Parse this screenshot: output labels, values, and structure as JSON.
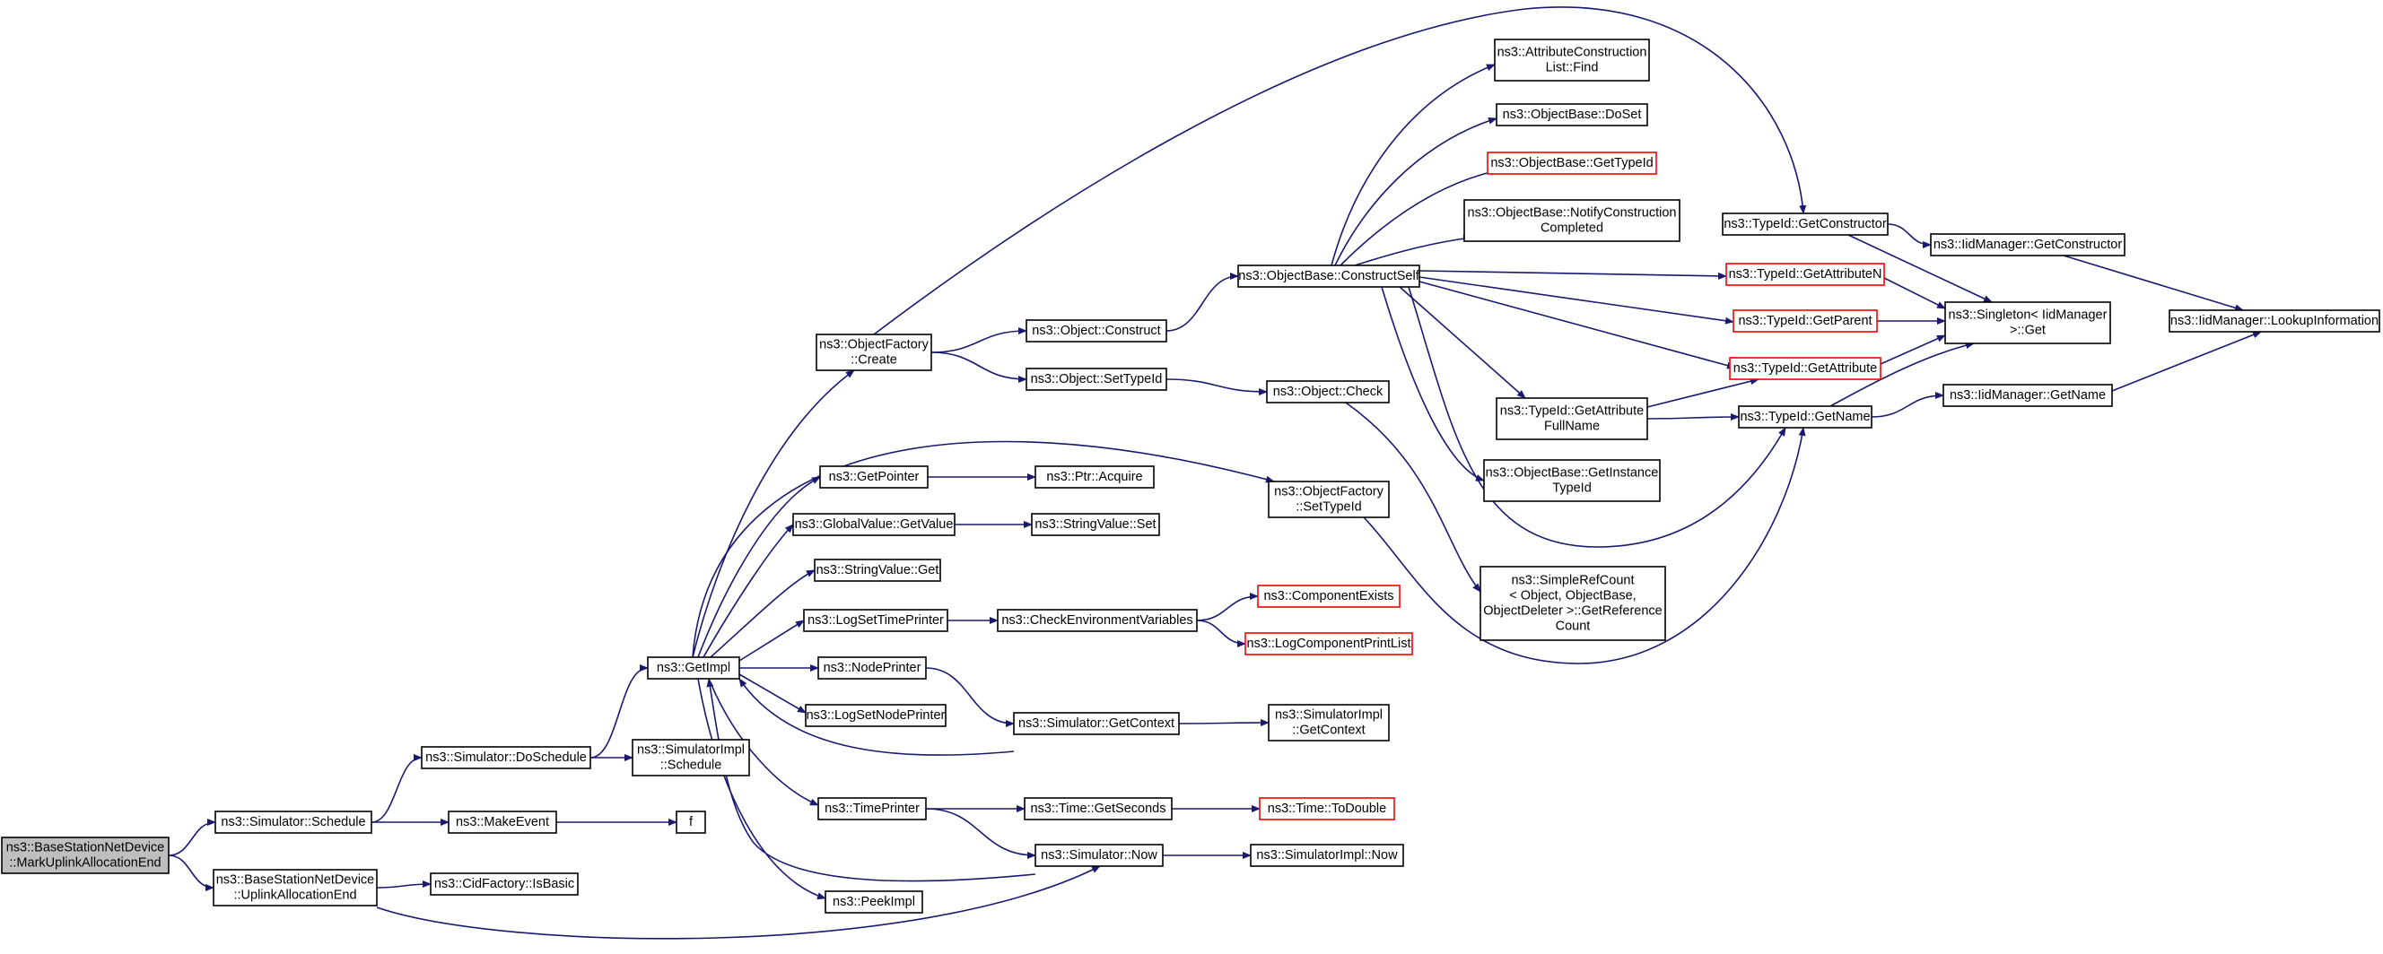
{
  "nodes": [
    {
      "id": "root",
      "lines": [
        "ns3::BaseStationNetDevice",
        "::MarkUplinkAllocationEnd"
      ],
      "root": true
    },
    {
      "id": "sched",
      "lines": [
        "ns3::Simulator::Schedule"
      ]
    },
    {
      "id": "uae",
      "lines": [
        "ns3::BaseStationNetDevice",
        "::UplinkAllocationEnd"
      ]
    },
    {
      "id": "dosched",
      "lines": [
        "ns3::Simulator::DoSchedule"
      ]
    },
    {
      "id": "makeev",
      "lines": [
        "ns3::MakeEvent"
      ]
    },
    {
      "id": "cidbasic",
      "lines": [
        "ns3::CidFactory::IsBasic"
      ]
    },
    {
      "id": "f",
      "lines": [
        "f"
      ]
    },
    {
      "id": "getimpl",
      "lines": [
        "ns3::GetImpl"
      ]
    },
    {
      "id": "simimplsched",
      "lines": [
        "ns3::SimulatorImpl",
        "::Schedule"
      ]
    },
    {
      "id": "ofcreate",
      "lines": [
        "ns3::ObjectFactory",
        "::Create"
      ]
    },
    {
      "id": "getptr",
      "lines": [
        "ns3::GetPointer"
      ]
    },
    {
      "id": "gvgetval",
      "lines": [
        "ns3::GlobalValue::GetValue"
      ]
    },
    {
      "id": "svget",
      "lines": [
        "ns3::StringValue::Get"
      ]
    },
    {
      "id": "logstp",
      "lines": [
        "ns3::LogSetTimePrinter"
      ]
    },
    {
      "id": "nodeprinter",
      "lines": [
        "ns3::NodePrinter"
      ]
    },
    {
      "id": "logsnp",
      "lines": [
        "ns3::LogSetNodePrinter"
      ]
    },
    {
      "id": "timeprinter",
      "lines": [
        "ns3::TimePrinter"
      ]
    },
    {
      "id": "peekimpl",
      "lines": [
        "ns3::PeekImpl"
      ]
    },
    {
      "id": "objconstruct",
      "lines": [
        "ns3::Object::Construct"
      ]
    },
    {
      "id": "objsettid",
      "lines": [
        "ns3::Object::SetTypeId"
      ]
    },
    {
      "id": "ptracquire",
      "lines": [
        "ns3::Ptr::Acquire"
      ]
    },
    {
      "id": "svset",
      "lines": [
        "ns3::StringValue::Set"
      ]
    },
    {
      "id": "checkenv",
      "lines": [
        "ns3::CheckEnvironmentVariables"
      ]
    },
    {
      "id": "simgetctx",
      "lines": [
        "ns3::Simulator::GetContext"
      ]
    },
    {
      "id": "timegetsec",
      "lines": [
        "ns3::Time::GetSeconds"
      ]
    },
    {
      "id": "simnow",
      "lines": [
        "ns3::Simulator::Now"
      ]
    },
    {
      "id": "obcself",
      "lines": [
        "ns3::ObjectBase::ConstructSelf"
      ]
    },
    {
      "id": "objcheck",
      "lines": [
        "ns3::Object::Check"
      ]
    },
    {
      "id": "ofsettid",
      "lines": [
        "ns3::ObjectFactory",
        "::SetTypeId"
      ]
    },
    {
      "id": "compexists",
      "lines": [
        "ns3::ComponentExists"
      ],
      "red": true
    },
    {
      "id": "logcpl",
      "lines": [
        "ns3::LogComponentPrintList"
      ],
      "red": true
    },
    {
      "id": "siggetctx",
      "lines": [
        "ns3::SimulatorImpl",
        "::GetContext"
      ]
    },
    {
      "id": "timetodouble",
      "lines": [
        "ns3::Time::ToDouble"
      ],
      "red": true
    },
    {
      "id": "simimplnow",
      "lines": [
        "ns3::SimulatorImpl::Now"
      ]
    },
    {
      "id": "aclfind",
      "lines": [
        "ns3::AttributeConstruction",
        "List::Find"
      ]
    },
    {
      "id": "obdoset",
      "lines": [
        "ns3::ObjectBase::DoSet"
      ]
    },
    {
      "id": "obgettid",
      "lines": [
        "ns3::ObjectBase::GetTypeId"
      ],
      "red": true
    },
    {
      "id": "obnotify",
      "lines": [
        "ns3::ObjectBase::NotifyConstruction",
        "Completed"
      ]
    },
    {
      "id": "tidgafn",
      "lines": [
        "ns3::TypeId::GetAttribute",
        "FullName"
      ]
    },
    {
      "id": "obgetinst",
      "lines": [
        "ns3::ObjectBase::GetInstance",
        "TypeId"
      ]
    },
    {
      "id": "srcgetref",
      "lines": [
        "ns3::SimpleRefCount",
        "< Object, ObjectBase,",
        "ObjectDeleter >::GetReference",
        "Count"
      ]
    },
    {
      "id": "tidgetctor",
      "lines": [
        "ns3::TypeId::GetConstructor"
      ]
    },
    {
      "id": "tidgetattrn",
      "lines": [
        "ns3::TypeId::GetAttributeN"
      ],
      "red": true
    },
    {
      "id": "tidgetparent",
      "lines": [
        "ns3::TypeId::GetParent"
      ],
      "red": true
    },
    {
      "id": "tidgetattr",
      "lines": [
        "ns3::TypeId::GetAttribute"
      ],
      "red": true
    },
    {
      "id": "tidgetname",
      "lines": [
        "ns3::TypeId::GetName"
      ]
    },
    {
      "id": "iidgetctor",
      "lines": [
        "ns3::IidManager::GetConstructor"
      ]
    },
    {
      "id": "singleton",
      "lines": [
        "ns3::Singleton< IidManager",
        ">::Get"
      ]
    },
    {
      "id": "iidgetname",
      "lines": [
        "ns3::IidManager::GetName"
      ]
    },
    {
      "id": "iidlookup",
      "lines": [
        "ns3::IidManager::LookupInformation"
      ]
    }
  ]
}
